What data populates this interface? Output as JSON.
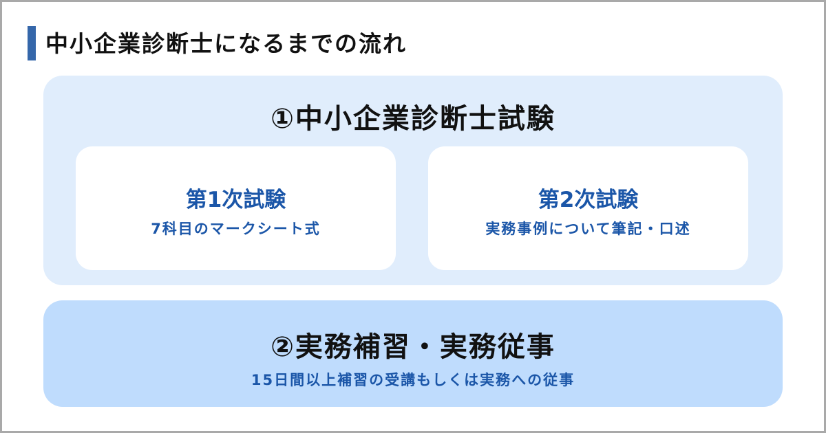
{
  "title": "中小企業診断士になるまでの流れ",
  "colors": {
    "accent": "#3567aa",
    "step1_bg": "#e0edfc",
    "step2_bg": "#bfdcfd",
    "text_blue": "#1b56a8"
  },
  "step1": {
    "heading": "①中小企業診断士試験",
    "cards": [
      {
        "title": "第1次試験",
        "subtitle": "7科目のマークシート式"
      },
      {
        "title": "第2次試験",
        "subtitle": "実務事例について筆記・口述"
      }
    ]
  },
  "step2": {
    "heading": "②実務補習・実務従事",
    "subtitle": "15日間以上補習の受講もしくは実務への従事"
  }
}
